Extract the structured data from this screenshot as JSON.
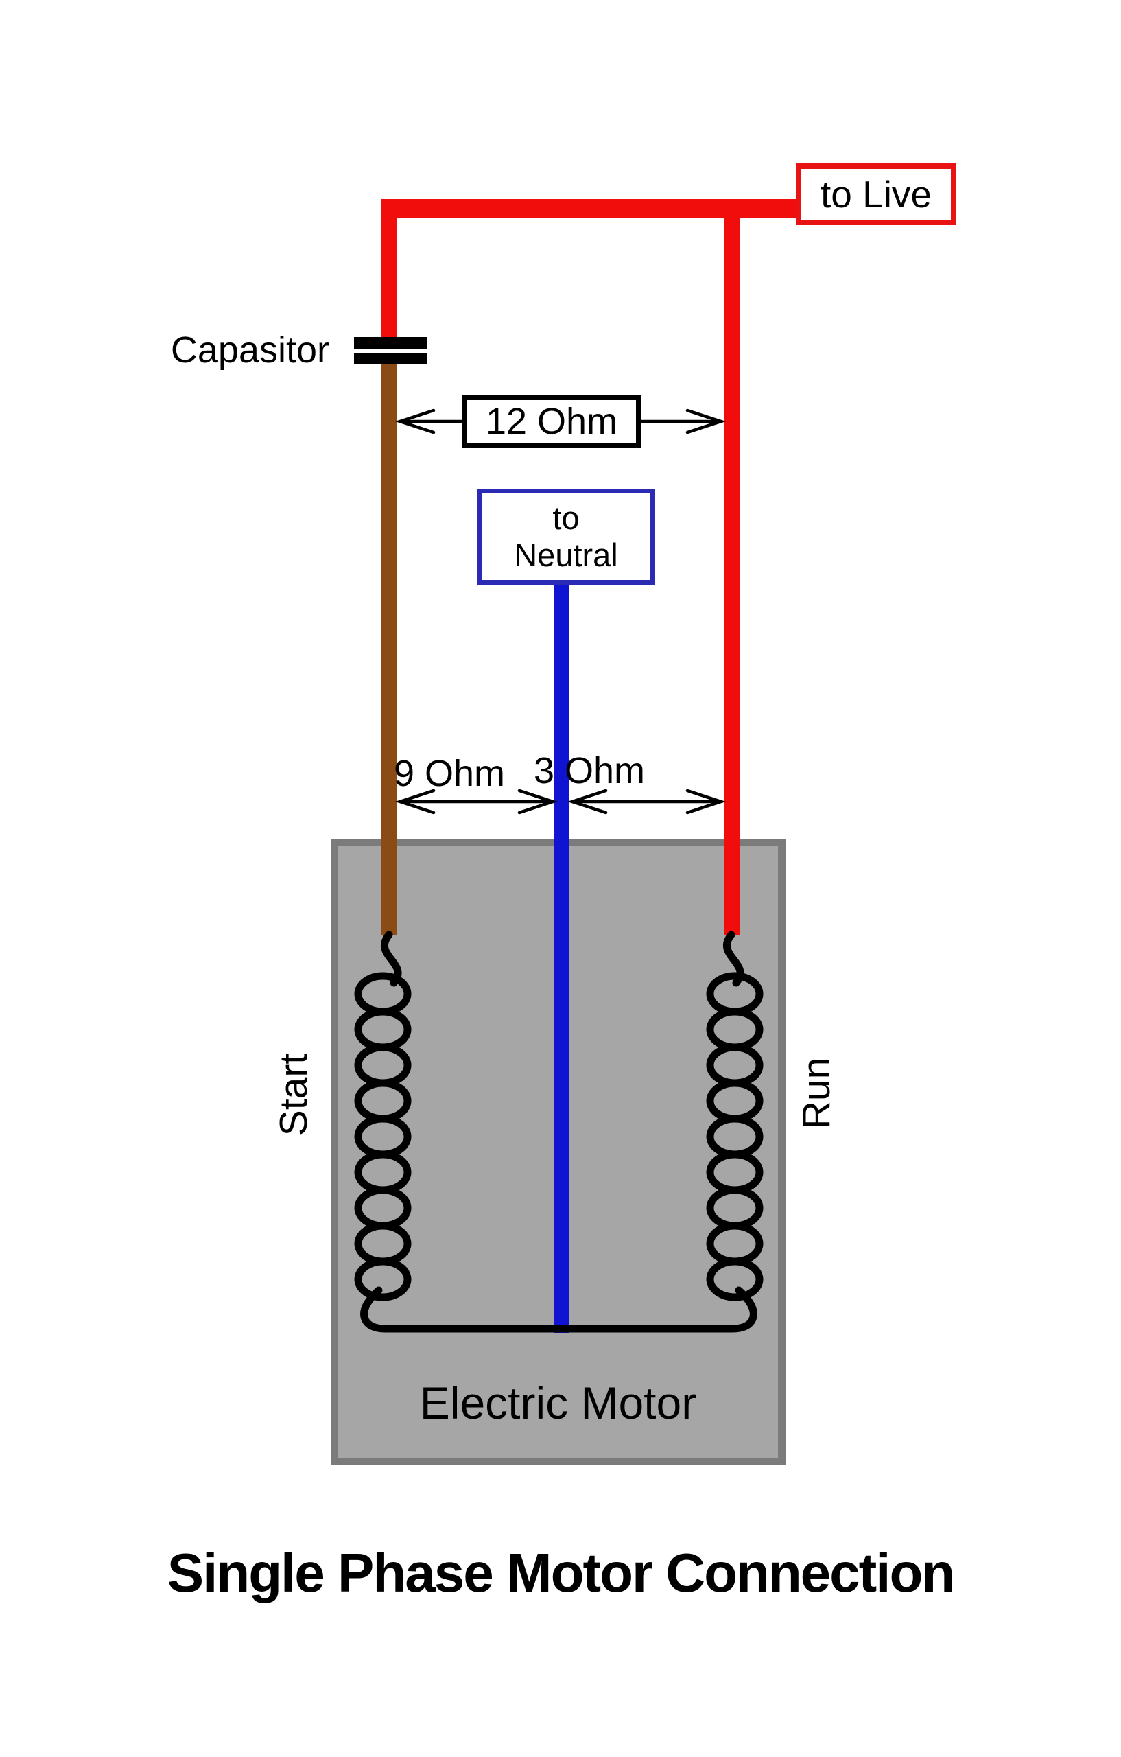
{
  "diagram": {
    "title": "Single Phase Motor Connection",
    "labels": {
      "capacitor": "Capasitor",
      "to_live": "to Live",
      "neutral_line1": "to",
      "neutral_line2": "Neutral",
      "total_resistance": "12 Ohm",
      "start_resistance": "9 Ohm",
      "run_resistance": "3 Ohm",
      "start_winding": "Start",
      "run_winding": "Run",
      "motor": "Electric Motor"
    },
    "colors": {
      "live_wire": "#f20d0d",
      "start_wire": "#8a4b15",
      "neutral_wire": "#1113d2",
      "live_box_border": "#e81414",
      "neutral_box_border": "#2a2ab5",
      "ohm_box_border": "#000000",
      "motor_fill": "#a6a6a6",
      "motor_border": "#7b7b7b",
      "winding": "#000000",
      "text": "#000000",
      "background": "#ffffff"
    }
  }
}
